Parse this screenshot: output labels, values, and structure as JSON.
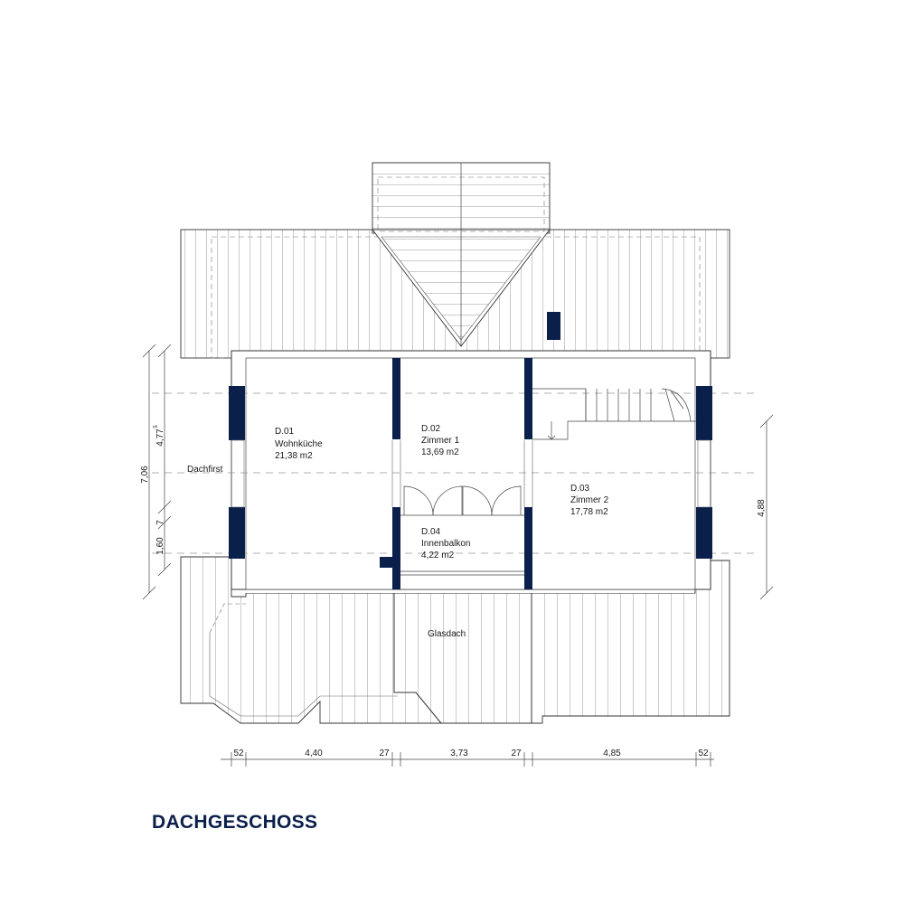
{
  "title": "DACHGESCHOSS",
  "colors": {
    "wall": "#0b1f4b",
    "line": "#3a3a3a",
    "title": "#0b1f4b"
  },
  "rooms": [
    {
      "id": "D.01",
      "name": "Wohnküche",
      "area": "21,38 m2"
    },
    {
      "id": "D.02",
      "name": "Zimmer 1",
      "area": "13,69 m2"
    },
    {
      "id": "D.03",
      "name": "Zimmer 2",
      "area": "17,78 m2"
    },
    {
      "id": "D.04",
      "name": "Innenbalkon",
      "area": "4,22 m2"
    }
  ],
  "labels": {
    "dachfirst": "Dachfirst",
    "glasdach": "Glasdach"
  },
  "dimensions": {
    "bottom": [
      "52",
      "4,40",
      "27",
      "3,73",
      "27",
      "4,85",
      "52"
    ],
    "left_outer": "7,06",
    "left_upper": "4,77",
    "left_upper_sup": "5",
    "left_mid": "7",
    "left_lower": "1,60",
    "right": "4,88"
  }
}
